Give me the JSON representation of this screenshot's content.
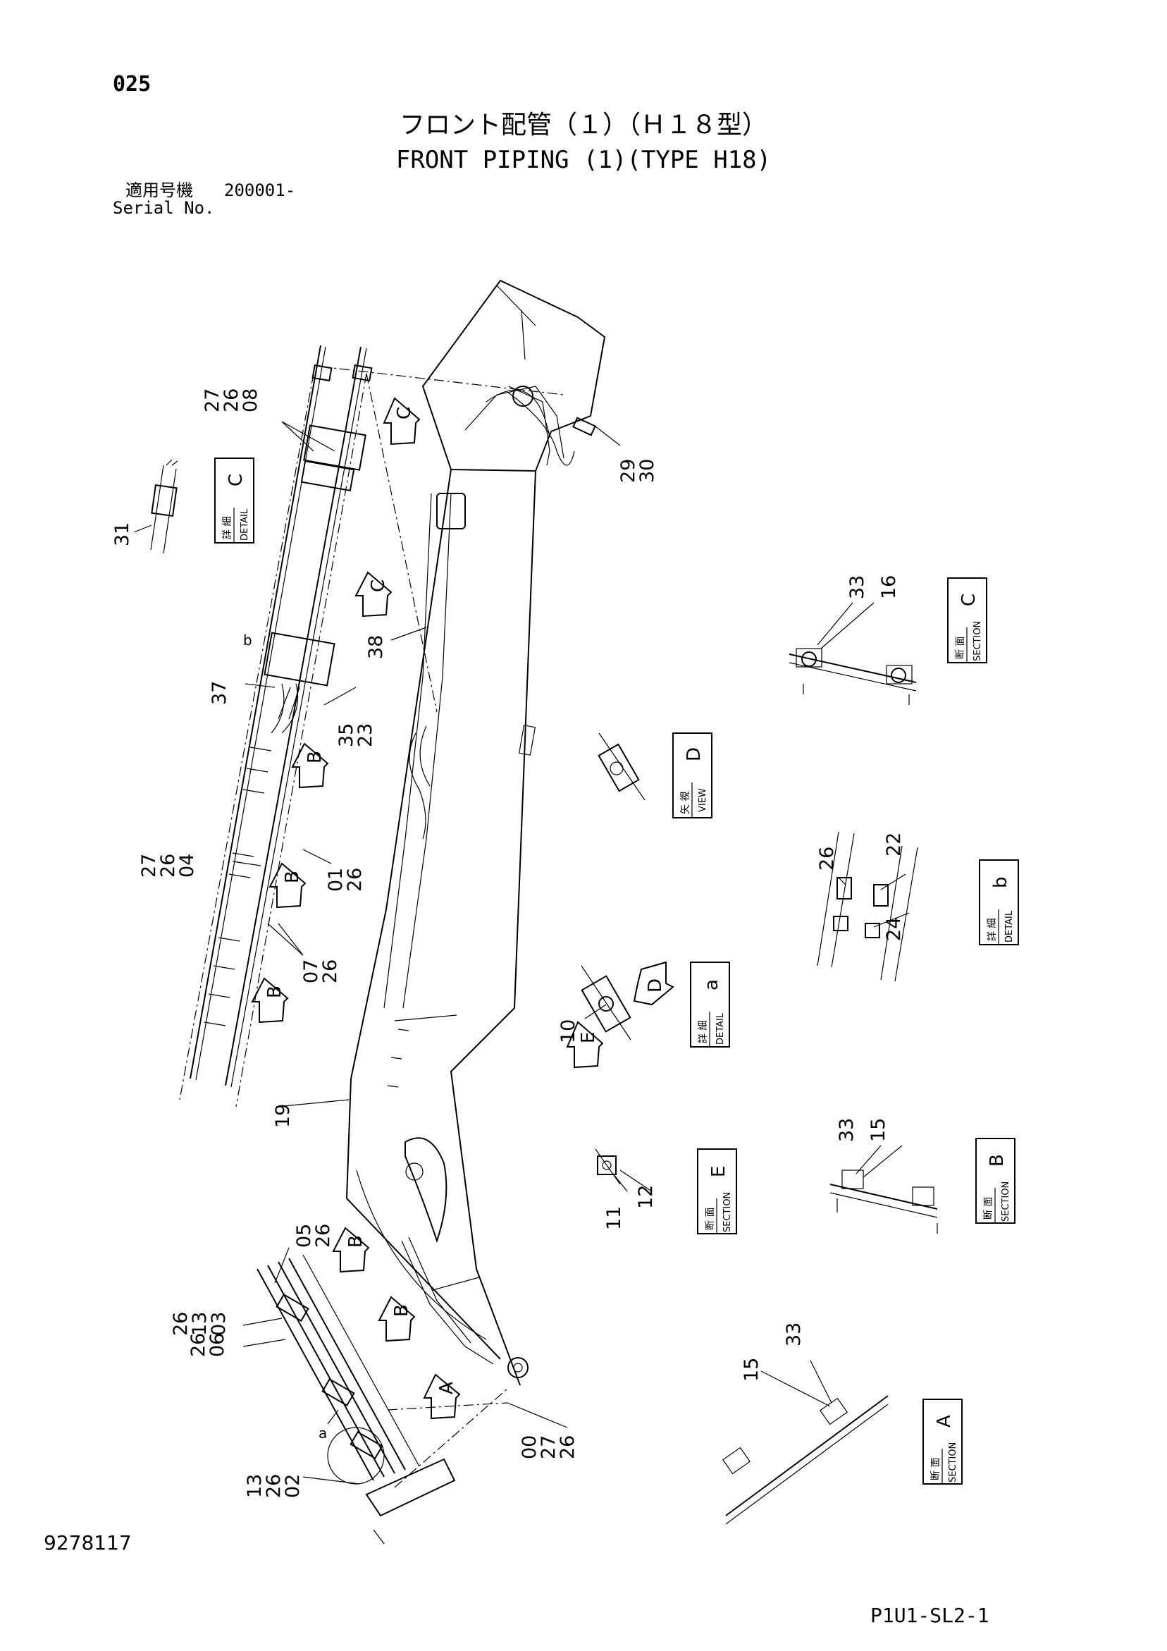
{
  "header": {
    "page_number": "025",
    "title_jp": "フロント配管（１）（Ｈ１８型）",
    "title_en": "FRONT PIPING (1)(TYPE H18)",
    "serial_label_jp": "適用号機",
    "serial_value": "200001-",
    "serial_label_en": "Serial No."
  },
  "footer": {
    "doc_number": "9278117",
    "page_code": "P1U1-SL2-1"
  },
  "callouts": {
    "c_27_26_08": [
      "27",
      "26",
      "08"
    ],
    "c_31": [
      "31"
    ],
    "c_37": [
      "37"
    ],
    "c_b": [
      "b"
    ],
    "c_35_23": [
      "35",
      "23"
    ],
    "c_01_26": [
      "01",
      "26"
    ],
    "c_27_26_04": [
      "27",
      "26",
      "04"
    ],
    "c_07_26": [
      "07",
      "26"
    ],
    "c_38": [
      "38"
    ],
    "c_19": [
      "19"
    ],
    "c_29_30": [
      "29",
      "30"
    ],
    "c_33_16": [
      "33",
      "16"
    ],
    "c_10": [
      "10"
    ],
    "c_26_22_24": [
      "26",
      "22",
      "24"
    ],
    "c_11_12": [
      "11",
      "12"
    ],
    "c_33_15b": [
      "33",
      "15"
    ],
    "c_05_26": [
      "05",
      "26"
    ],
    "c_26_13_03": [
      "26",
      "13",
      "03"
    ],
    "c_26_06": [
      "26",
      "06"
    ],
    "c_a": [
      "a"
    ],
    "c_13_26_02": [
      "13",
      "26",
      "02"
    ],
    "c_00_27_26": [
      "00",
      "27",
      "26"
    ],
    "c_15_33": [
      "15",
      "33"
    ]
  },
  "view_labels": {
    "detail_c": {
      "jp": "詳 細",
      "en": "DETAIL",
      "letter": "C"
    },
    "section_c": {
      "jp": "断 面",
      "en": "SECTION",
      "letter": "C"
    },
    "view_d": {
      "jp": "矢 視",
      "en": "VIEW",
      "letter": "D"
    },
    "detail_b": {
      "jp": "詳 細",
      "en": "DETAIL",
      "letter": "b"
    },
    "detail_a": {
      "jp": "詳 細",
      "en": "DETAIL",
      "letter": "a"
    },
    "section_e": {
      "jp": "断 面",
      "en": "SECTION",
      "letter": "E"
    },
    "section_b": {
      "jp": "断 面",
      "en": "SECTION",
      "letter": "B"
    },
    "section_a": {
      "jp": "断 面",
      "en": "SECTION",
      "letter": "A"
    }
  },
  "view_arrows": {
    "arrow_c1": "C",
    "arrow_c2": "C",
    "arrow_b1": "B",
    "arrow_b2": "B",
    "arrow_b3": "B",
    "arrow_b4": "B",
    "arrow_b5": "B",
    "arrow_a": "A",
    "arrow_d": "D",
    "arrow_e": "E"
  }
}
